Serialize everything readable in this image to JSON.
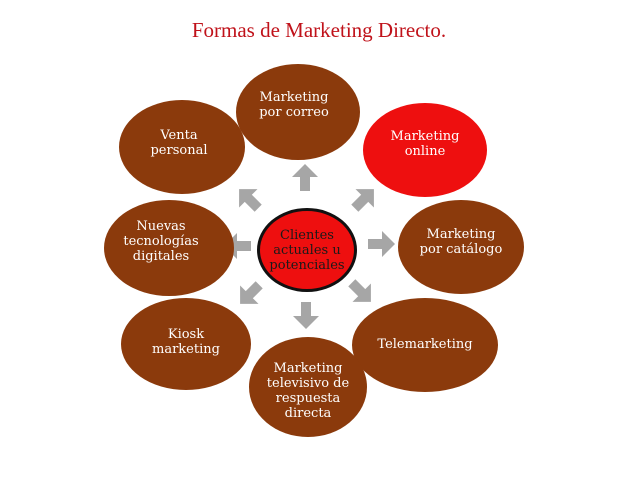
{
  "title": "Formas de Marketing Directo.",
  "center": "Clientes\nactuales u\npotenciales",
  "nodes": {
    "correo": "Marketing\npor correo",
    "online": "Marketing\nonline",
    "catalogo": "Marketing\npor catálogo",
    "telemarketing": "Telemarketing",
    "televisivo": "Marketing\ntelevisivo de\nrespuesta\ndirecta",
    "kiosk": "Kiosk\nmarketing",
    "nuevas": "Nuevas\ntecnologías\ndigitales",
    "venta": "Venta\npersonal"
  },
  "colors": {
    "node_brown": "#8b3a0c",
    "node_highlight": "#ee0f0f",
    "title": "#c0121a",
    "arrow": "#a6a6a6"
  }
}
